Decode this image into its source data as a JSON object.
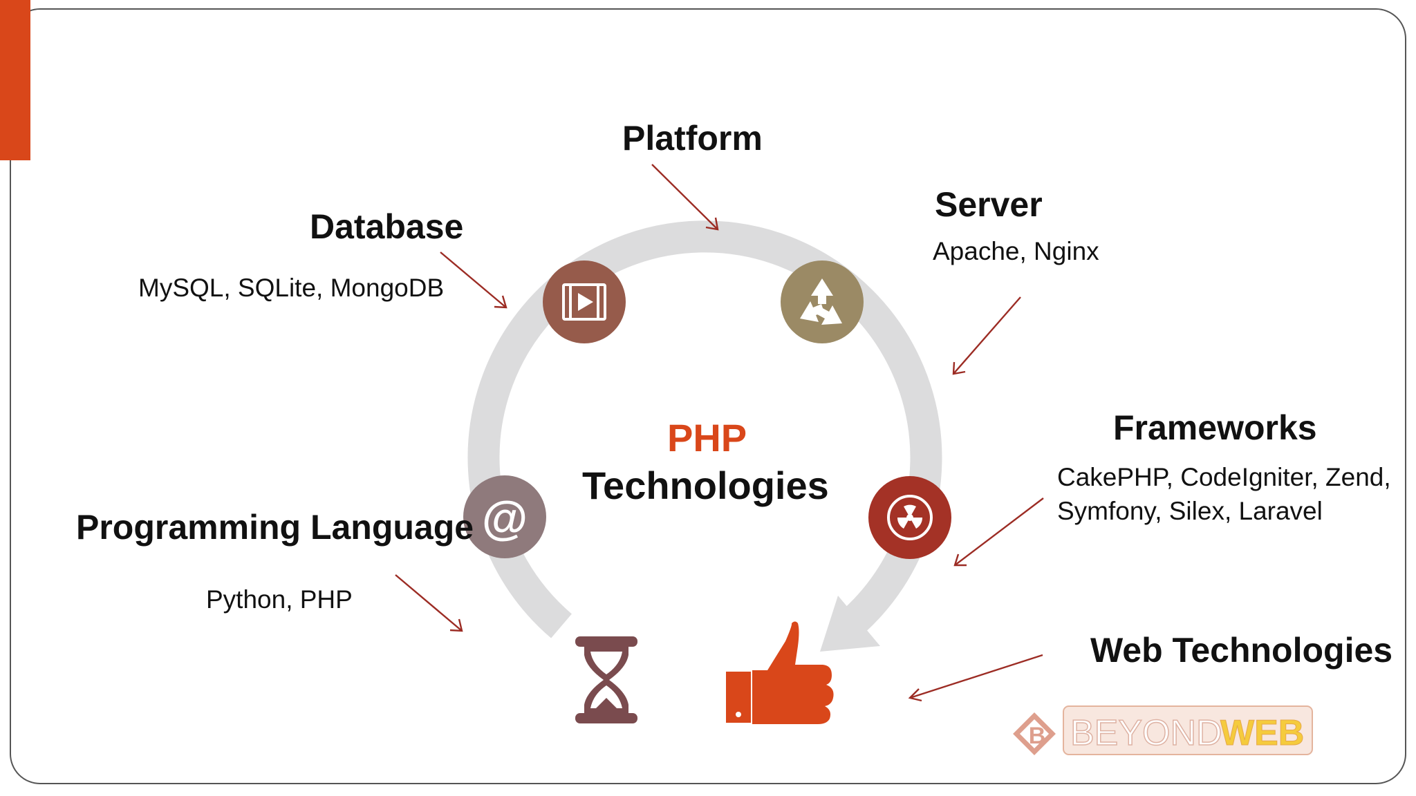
{
  "colors": {
    "accent": "#d9471a",
    "ring": "#dcdcdd",
    "arrow": "#9c2c24",
    "database_icon": "#965b4b",
    "platform_icon": "#9b8a65",
    "frameworks_icon": "#a43226",
    "language_icon": "#8f7a7c",
    "hourglass": "#7a4b4e",
    "thumbs": "#d9471a"
  },
  "center": {
    "title": "PHP",
    "subtitle": "Technologies"
  },
  "nodes": {
    "platform": {
      "title": "Platform",
      "icon": "recycle-icon"
    },
    "database": {
      "title": "Database",
      "subtitle": "MySQL, SQLite, MongoDB",
      "icon": "film-icon"
    },
    "server": {
      "title": "Server",
      "subtitle": "Apache, Nginx"
    },
    "frameworks": {
      "title": "Frameworks",
      "subtitle_line1": "CakePHP, CodeIgniter, Zend,",
      "subtitle_line2": "Symfony, Silex, Laravel",
      "icon": "radiation-icon"
    },
    "language": {
      "title": "Programming Language",
      "subtitle": "Python, PHP",
      "icon": "at-icon"
    },
    "web": {
      "title": "Web Technologies",
      "icon": "thumbs-up-icon"
    }
  },
  "extra_icons": [
    "hourglass-icon"
  ],
  "logo": {
    "text_part1": "BEYOND",
    "text_part2": "WEB"
  }
}
